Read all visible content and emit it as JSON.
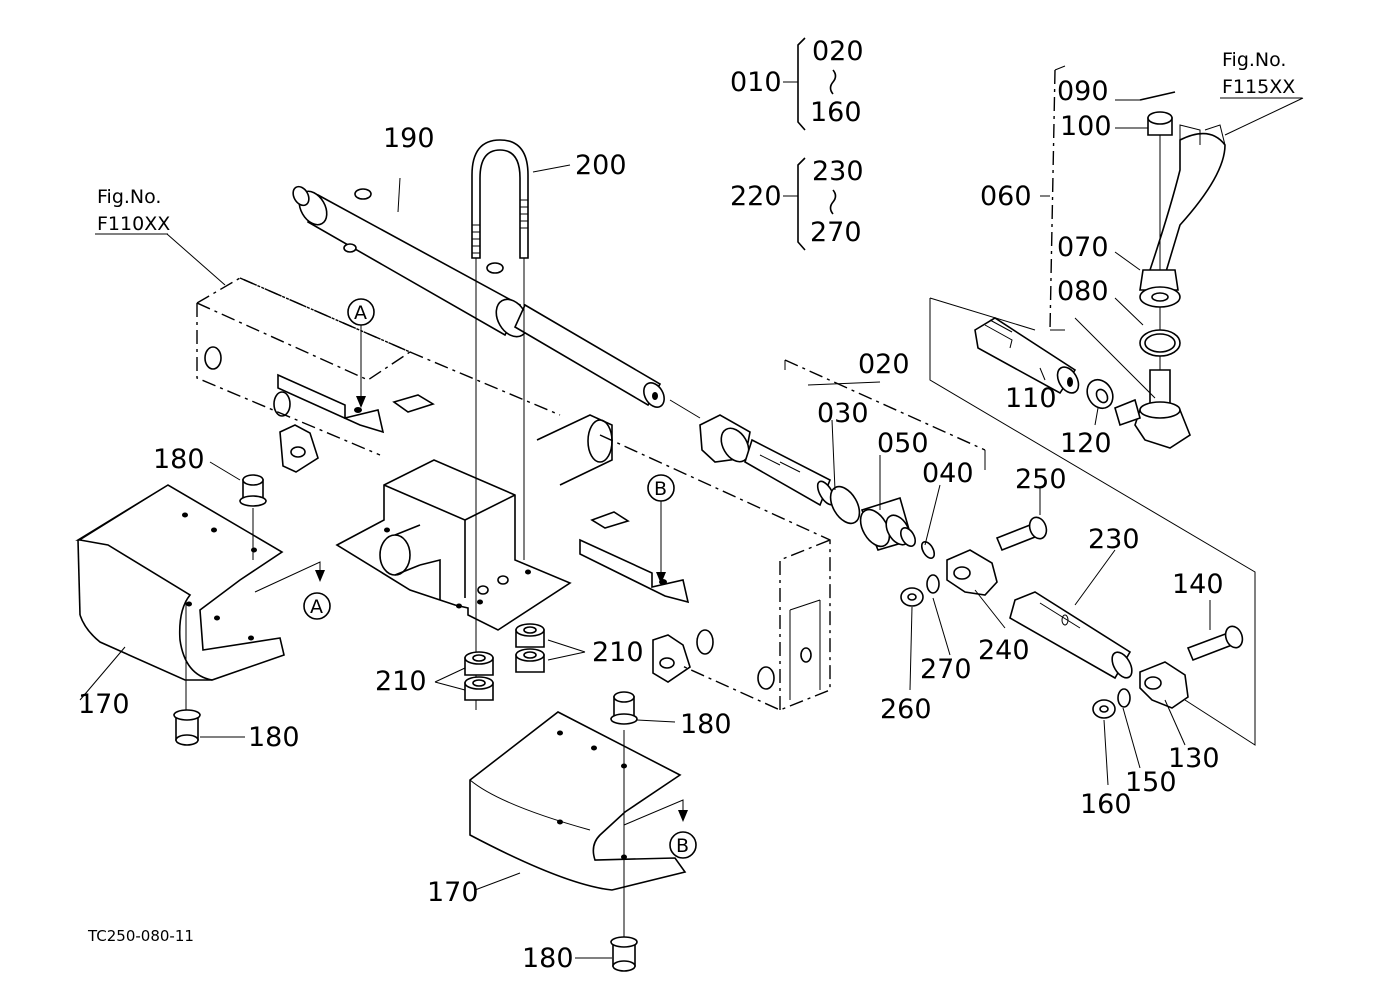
{
  "figure_code": "TC250-080-11",
  "fig_ref_left": {
    "line1": "Fig.No.",
    "line2": "F110XX"
  },
  "fig_ref_right": {
    "line1": "Fig.No.",
    "line2": "F115XX"
  },
  "assemblies": [
    {
      "parent": "010",
      "from": "020",
      "to": "160"
    },
    {
      "parent": "220",
      "from": "230",
      "to": "270"
    }
  ],
  "callouts": {
    "A": "A",
    "B": "B"
  },
  "part_numbers": {
    "p190": "190",
    "p200": "200",
    "p020": "020",
    "p030": "030",
    "p050": "050",
    "p040": "040",
    "p250": "250",
    "p230": "230",
    "p140": "140",
    "p240": "240",
    "p270": "270",
    "p260": "260",
    "p130": "130",
    "p150": "150",
    "p160": "160",
    "p110": "110",
    "p120": "120",
    "p060": "060",
    "p090": "090",
    "p100": "100",
    "p070": "070",
    "p080": "080",
    "p180_a": "180",
    "p180_b": "180",
    "p180_c": "180",
    "p180_d": "180",
    "p170_a": "170",
    "p170_b": "170",
    "p210_a": "210",
    "p210_b": "210"
  }
}
